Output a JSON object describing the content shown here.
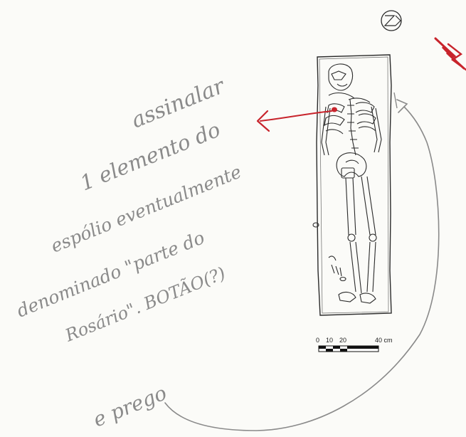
{
  "annotation": {
    "lines": [
      "assinalar",
      "1 elemento do",
      "espólio eventualmente",
      "denominado \"parte do",
      "Rosário\". BOTÃO(?)"
    ],
    "footnote": "e prego"
  },
  "scale_bar": {
    "ticks": [
      "0",
      "10",
      "20",
      "40 cm"
    ]
  },
  "north_arrow": {
    "icon": "north-arrow-icon"
  },
  "colors": {
    "pencil": "#8a8a8a",
    "ink": "#2a2a2a",
    "red_pencil": "#c8242c"
  }
}
